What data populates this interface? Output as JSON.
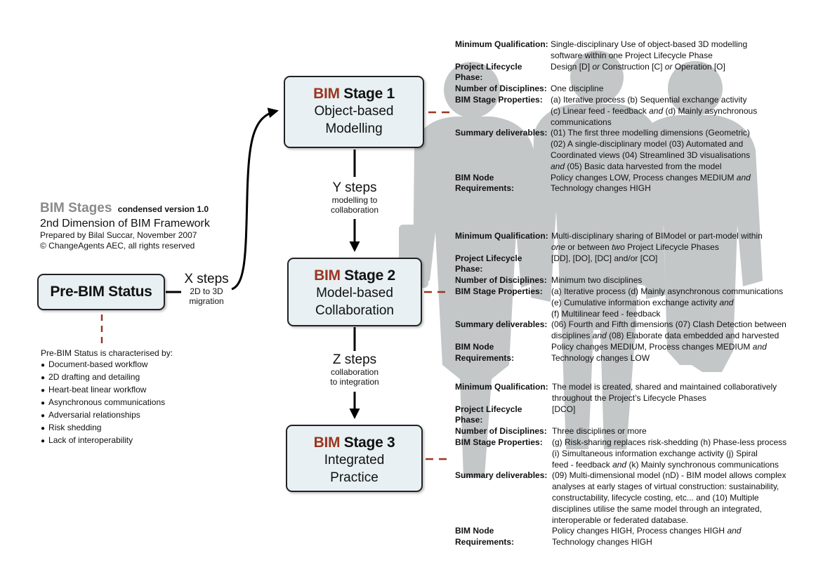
{
  "colors": {
    "accent": "#9b3520",
    "box_fill": "#e8f0f3",
    "silhouette": "#c3c7c8",
    "dash": "#9b3520"
  },
  "heading": {
    "title": "BIM Stages",
    "condensed": "condensed version 1.0",
    "subtitle": "2nd Dimension of BIM Framework",
    "prepared": "Prepared by Bilal Succar, November 2007",
    "copyright": "© ChangeAgents AEC, all rights reserved"
  },
  "pre_bim": {
    "title": "Pre-BIM Status",
    "list_heading": "Pre-BIM Status is characterised by:",
    "items": [
      "Document-based workflow",
      "2D drafting and detailing",
      "Heart-beat linear workflow",
      "Asynchronous communications",
      "Adversarial relationships",
      "Risk shedding",
      "Lack of interoperability"
    ]
  },
  "steps": {
    "x": {
      "big": "X steps",
      "l1": "2D to 3D",
      "l2": "migration"
    },
    "y": {
      "big": "Y steps",
      "l1": "modelling to",
      "l2": "collaboration"
    },
    "z": {
      "big": "Z steps",
      "l1": "collaboration",
      "l2": "to integration"
    }
  },
  "stages": [
    {
      "prefix": "BIM",
      "title": "Stage 1",
      "line1": "Object-based",
      "line2": "Modelling"
    },
    {
      "prefix": "BIM",
      "title": "Stage 2",
      "line1": "Model-based",
      "line2": "Collaboration"
    },
    {
      "prefix": "BIM",
      "title": "Stage 3",
      "line1": "Integrated",
      "line2": "Practice"
    }
  ],
  "labels": {
    "min_qual": "Minimum Qualification:",
    "phase": "Project Lifecycle Phase:",
    "disciplines": "Number of Disciplines:",
    "properties": "BIM Stage Properties:",
    "deliverables": "Summary deliverables:",
    "node_req": "BIM Node Requirements:"
  },
  "info1": {
    "min_qual": [
      "Single-disciplinary Use of object-based 3D modelling",
      "software within one Project Lifecycle Phase"
    ],
    "phase": {
      "a": "Design [D]",
      "or1": "or",
      "b": "Construction [C]",
      "or2": "or",
      "c": "Operation [O]"
    },
    "disciplines": "One discipline",
    "properties": {
      "l1": "(a) Iterative process (b) Sequential exchange activity",
      "l2a": "(c) Linear feed - feedback",
      "and": "and",
      "l2b": "(d) Mainly asynchronous",
      "l3": "communications"
    },
    "deliverables": {
      "l1": "(01) The first three modelling dimensions (Geometric)",
      "l2": "(02) A single-disciplinary model (03) Automated and",
      "l3": "Coordinated views (04) Streamlined 3D visualisations",
      "and": "and",
      "l4": "(05) Basic data harvested from the model"
    },
    "node_req": {
      "l1a": "Policy changes LOW, Process changes MEDIUM",
      "and": "and",
      "l2": "Technology changes HIGH"
    }
  },
  "info2": {
    "min_qual": {
      "l1": "Multi-disciplinary sharing of BIModel or part-model within",
      "one": "one",
      "l2a": "or between",
      "two": "two",
      "l2b": "Project Lifecycle Phases"
    },
    "phase": "[DD], [DO], [DC] and/or [CO]",
    "disciplines": "Minimum two disciplines",
    "properties": {
      "l1": "(a) Iterative process (d) Mainly asynchronous communications",
      "l2a": "(e) Cumulative information exchange activity",
      "and": "and",
      "l3": "(f)  Multilinear feed - feedback"
    },
    "deliverables": {
      "l1": "(06) Fourth and Fifth dimensions (07) Clash Detection between",
      "l2a": "disciplines",
      "and": "and",
      "l2b": "(08) Elaborate data embedded and harvested"
    },
    "node_req": {
      "l1a": "Policy changes MEDIUM, Process changes MEDIUM",
      "and": "and",
      "l2": "Technology changes LOW"
    }
  },
  "info3": {
    "min_qual": [
      "The model is created, shared and maintained collaboratively",
      "throughout the Project’s Lifecycle Phases"
    ],
    "phase": "[DCO]",
    "disciplines": "Three disciplines or more",
    "properties": {
      "l1": "(g) Risk-sharing replaces risk-shedding (h) Phase-less process",
      "l2": "(i) Simultaneous information exchange activity (j) Spiral",
      "l3a": "feed - feedback",
      "and": "and",
      "l3b": "(k) Mainly synchronous communications"
    },
    "deliverables": [
      "(09) Multi-dimensional model (nD) - BIM model allows complex",
      "analyses at early stages of virtual construction: sustainability,",
      "constructability, lifecycle costing, etc... and (10) Multiple",
      "disciplines utilise the same model through an integrated,",
      "interoperable or federated database."
    ],
    "node_req": {
      "l1a": "Policy changes HIGH, Process changes HIGH",
      "and": "and",
      "l2": "Technology changes HIGH"
    }
  }
}
